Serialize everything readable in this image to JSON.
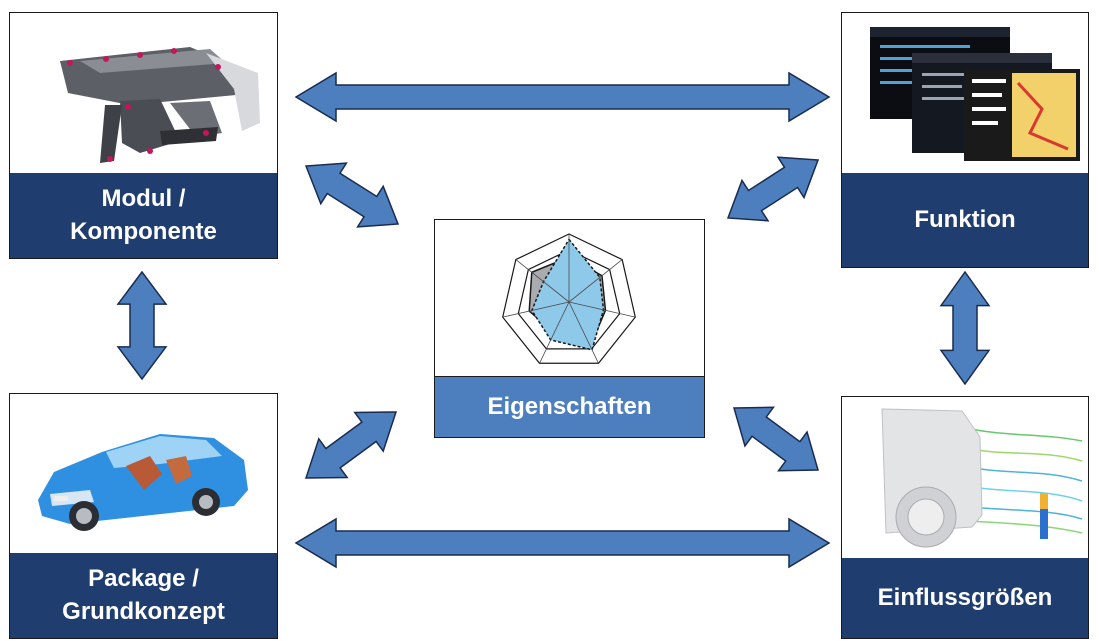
{
  "nodes": {
    "top_left": {
      "lines": [
        "Modul /",
        "Komponente"
      ],
      "image": "cockpit-module-icon"
    },
    "top_right": {
      "lines": [
        "Funktion"
      ],
      "image": "infotainment-screens-icon"
    },
    "center": {
      "lines": [
        "Eigenschaften"
      ],
      "image": "radar-chart-icon"
    },
    "bottom_left": {
      "lines": [
        "Package /",
        "Grundkonzept"
      ],
      "image": "car-package-icon"
    },
    "bottom_right": {
      "lines": [
        "Einflussgrößen"
      ],
      "image": "flow-simulation-icon"
    }
  },
  "colors": {
    "label_fill": "#1f3d6e",
    "arrow_fill": "#4d7fbf",
    "arrow_stroke": "#1a2c4e",
    "radar_fill": "#8ec9ea"
  }
}
